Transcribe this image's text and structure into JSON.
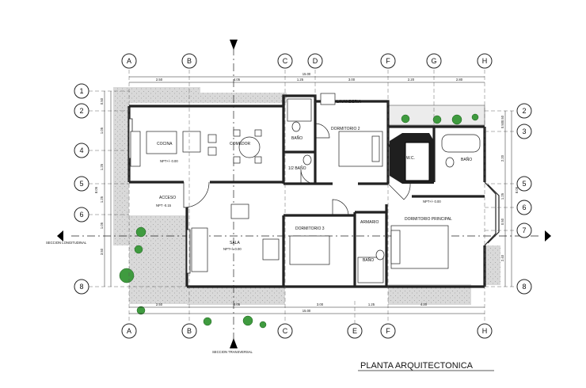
{
  "title": "PLANTA ARQUITECTONICA",
  "axes": {
    "top": [
      "A",
      "B",
      "C",
      "D",
      "F",
      "G",
      "H"
    ],
    "bottom": [
      "A",
      "B",
      "C",
      "E",
      "F",
      "H"
    ],
    "left": [
      "1",
      "2",
      "4",
      "5",
      "6",
      "8"
    ],
    "right": [
      "2",
      "3",
      "5",
      "6",
      "7",
      "8"
    ]
  },
  "rooms": {
    "cocina": "COCINA",
    "comedor": "COMEDOR",
    "bano_1": "BAÑO",
    "medio_bano": "1/2 BAÑO",
    "lavanderia": "LAVANDERIA",
    "dormitorio_2": "DORMITORIO 2",
    "wc": "W.C.",
    "bano_ppal": "BAÑO",
    "acceso": "ACCESO",
    "sala": "SALA",
    "dormitorio_3": "DORMITORIO 3",
    "armario": "ARMARIO",
    "bano_2": "BAÑO",
    "dormitorio_principal": "DORMITORIO PRINCIPAL"
  },
  "levels": {
    "cocina": "NPT+/- 0.00",
    "acceso": "NPT -0.15",
    "sala": "NPT+/- 0.00",
    "dormitorio_principal": "NPT+/- 0.00"
  },
  "sections": {
    "longitudinal": "SECCION LONGITUDINAL",
    "transversal": "SECCION TRANSVERSAL"
  },
  "dimensions": {
    "top_total": "15.00",
    "top": [
      "2.50",
      "4.05",
      "1.25",
      "3.00",
      "2.20",
      "2.80"
    ],
    "bottom_total": "15.00",
    "bottom": [
      "2.50",
      "4.05",
      "3.00",
      "1.25",
      "4.20"
    ],
    "left": [
      "0.50",
      "1.05",
      "1.25",
      "1.25",
      "1.05",
      "3.50"
    ],
    "left_total": "8.05",
    "right": [
      "0.50",
      "0.50",
      "2.20",
      "1.25",
      "0.50",
      "2.40"
    ],
    "right_total": "8.05"
  }
}
